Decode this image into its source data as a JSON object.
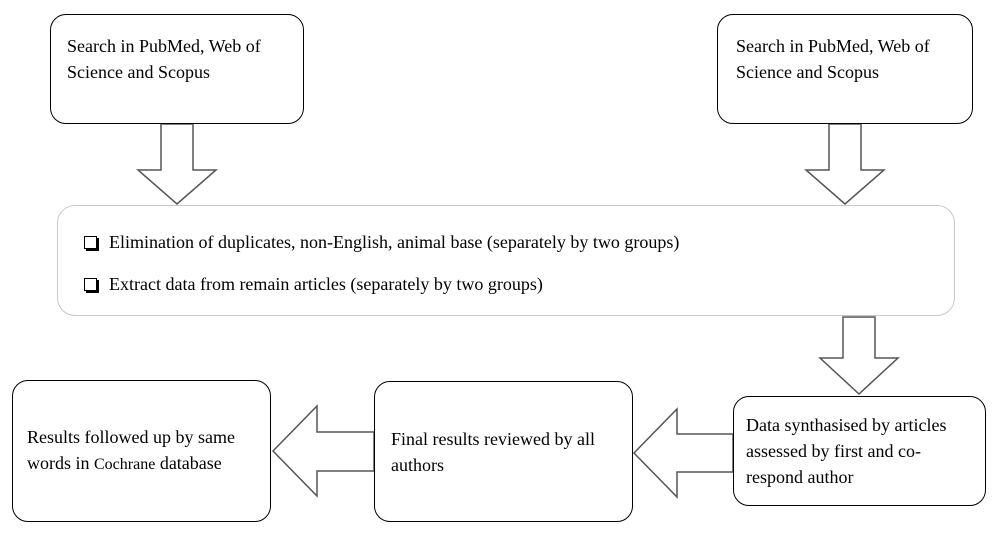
{
  "diagram": {
    "search_left": {
      "text": "Search in PubMed, Web of Science and Scopus"
    },
    "search_right": {
      "text": "Search in PubMed, Web of Science and Scopus"
    },
    "process": {
      "items": [
        "Elimination of duplicates, non-English, animal base (separately by two groups)",
        "Extract data from remain articles (separately by two groups)"
      ]
    },
    "synthesis": {
      "text": "Data synthasised by articles assessed by first and co-respond author"
    },
    "final_review": {
      "text": "Final results reviewed by all authors"
    },
    "results": {
      "text_prefix": "Results followed up by same words in ",
      "text_cochrane": "Cochrane",
      "text_suffix": " database"
    },
    "colors": {
      "border": "#000000",
      "process_border": "#c8c8c8",
      "background": "#ffffff"
    }
  }
}
